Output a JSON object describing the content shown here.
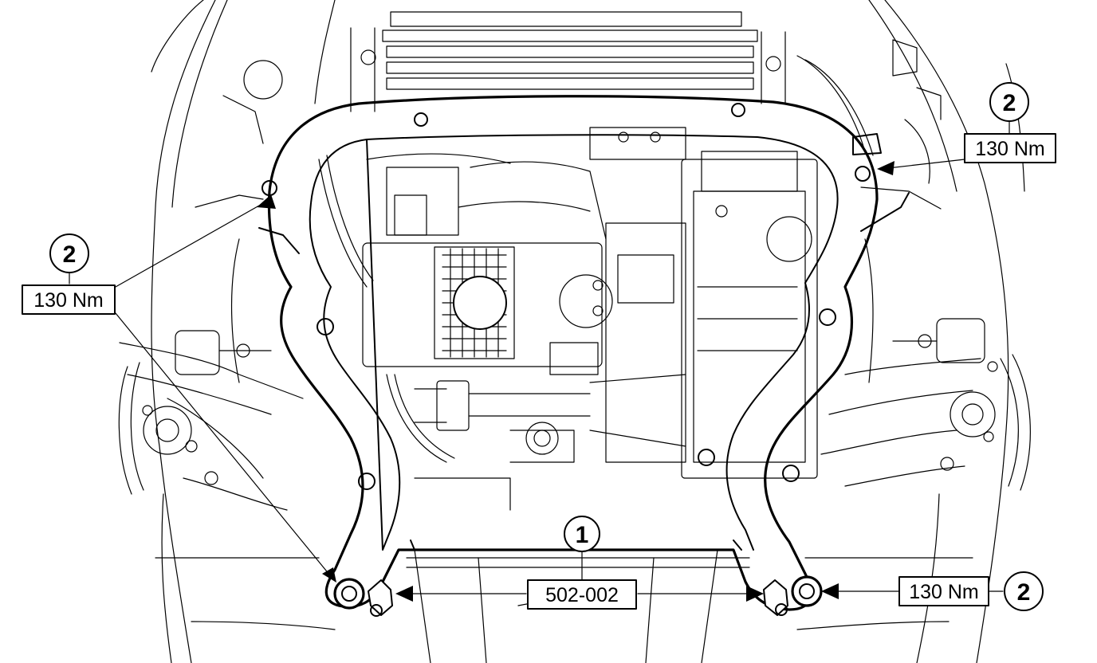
{
  "callouts": {
    "tool_number": "1",
    "tool_code": "502-002",
    "bolt_number": "2",
    "torque": "130 Nm"
  }
}
